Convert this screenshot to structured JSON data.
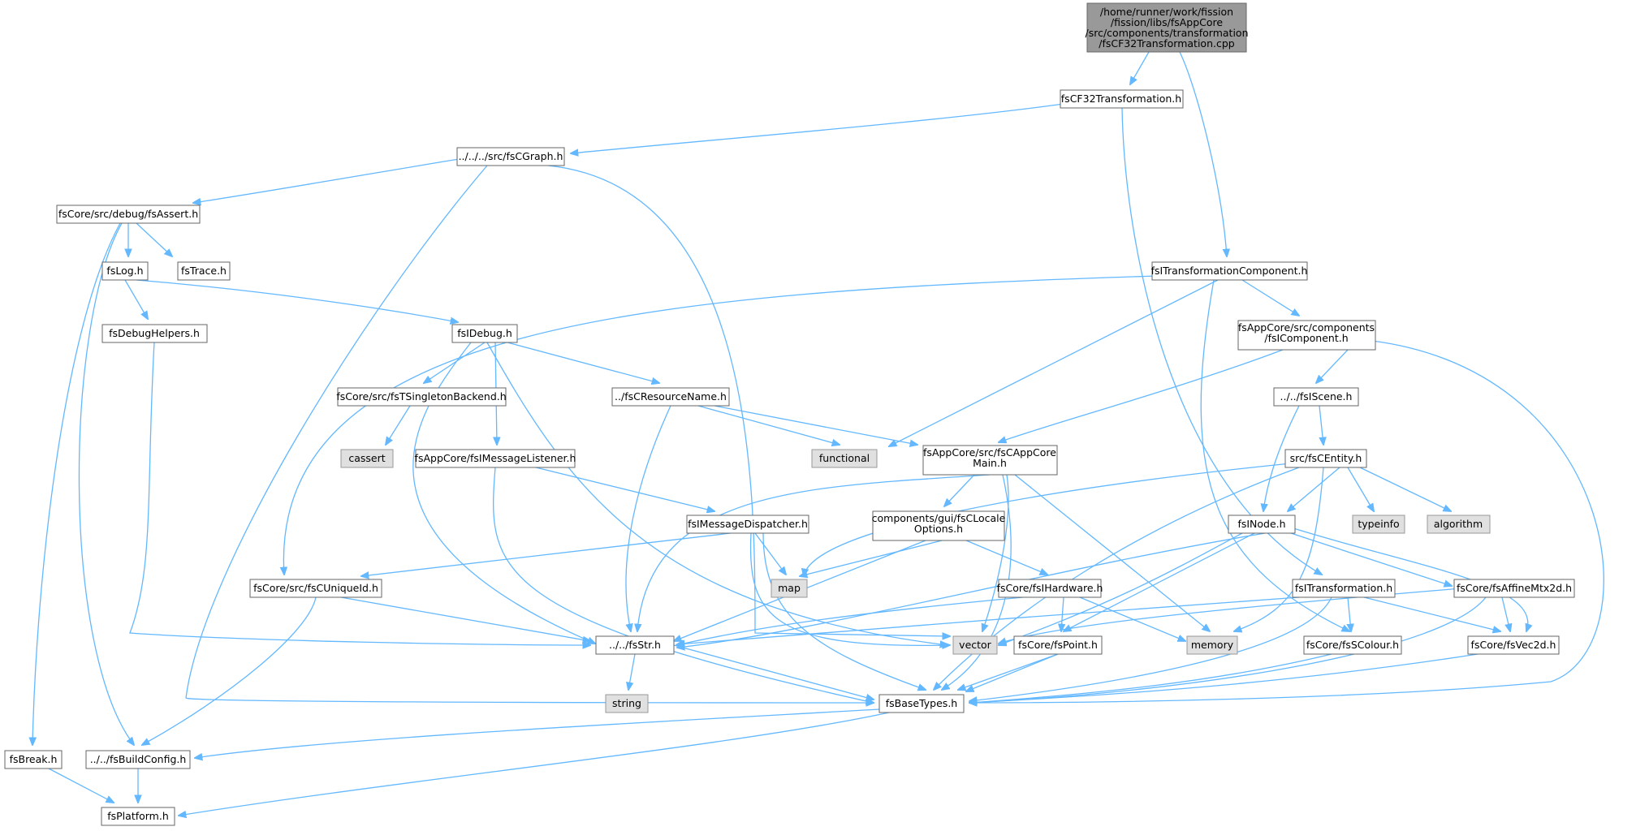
{
  "root": {
    "label": "/home/runner/work/fission\n/fission/libs/fsAppCore\n/src/components/transformation\n/fsCF32Transformation.cpp"
  },
  "nodes": {
    "fsCF32Transformation_h": "fsCF32Transformation.h",
    "fsCGraph_h": "../../../src/fsCGraph.h",
    "fsAssert_h": "fsCore/src/debug/fsAssert.h",
    "fsITransformationComponent_h": "fsITransformationComponent.h",
    "fsLog_h": "fsLog.h",
    "fsTrace_h": "fsTrace.h",
    "fsDebugHelpers_h": "fsDebugHelpers.h",
    "fsIDebug_h": "fsIDebug.h",
    "fsIComponent_h": "fsAppCore/src/components\n/fsIComponent.h",
    "fsTSingletonBackend_h": "fsCore/src/fsTSingletonBackend.h",
    "fsCResourceName_h": "../fsCResourceName.h",
    "fsIScene_h": "../../fsIScene.h",
    "cassert": "cassert",
    "functional": "functional",
    "fsIMessageListener_h": "fsAppCore/fsIMessageListener.h",
    "fsCAppCoreMain_h": "fsAppCore/src/fsCAppCore\nMain.h",
    "fsCEntity_h": "src/fsCEntity.h",
    "fsIMessageDispatcher_h": "fsIMessageDispatcher.h",
    "fsCLocaleOptions_h": "components/gui/fsCLocale\nOptions.h",
    "fsINode_h": "fsINode.h",
    "typeinfo": "typeinfo",
    "algorithm": "algorithm",
    "map": "map",
    "fsCUniqueId_h": "fsCore/src/fsCUniqueId.h",
    "fsIHardware_h": "fsCore/fsIHardware.h",
    "fsITransformation_h": "fsITransformation.h",
    "fsAffineMtx2d_h": "fsCore/fsAffineMtx2d.h",
    "fsStr_h": "../../fsStr.h",
    "vector": "vector",
    "fsPoint_h": "fsCore/fsPoint.h",
    "memory": "memory",
    "fsSColour_h": "fsCore/fsSColour.h",
    "fsVec2d_h": "fsCore/fsVec2d.h",
    "string": "string",
    "fsBaseTypes_h": "fsBaseTypes.h",
    "fsBreak_h": "fsBreak.h",
    "fsBuildConfig_h": "../../fsBuildConfig.h",
    "fsPlatform_h": "fsPlatform.h"
  },
  "colors": {
    "edge": "#63b8ff",
    "root_fill": "#999999",
    "system_fill": "#e0e0e0",
    "file_fill": "#ffffff"
  }
}
